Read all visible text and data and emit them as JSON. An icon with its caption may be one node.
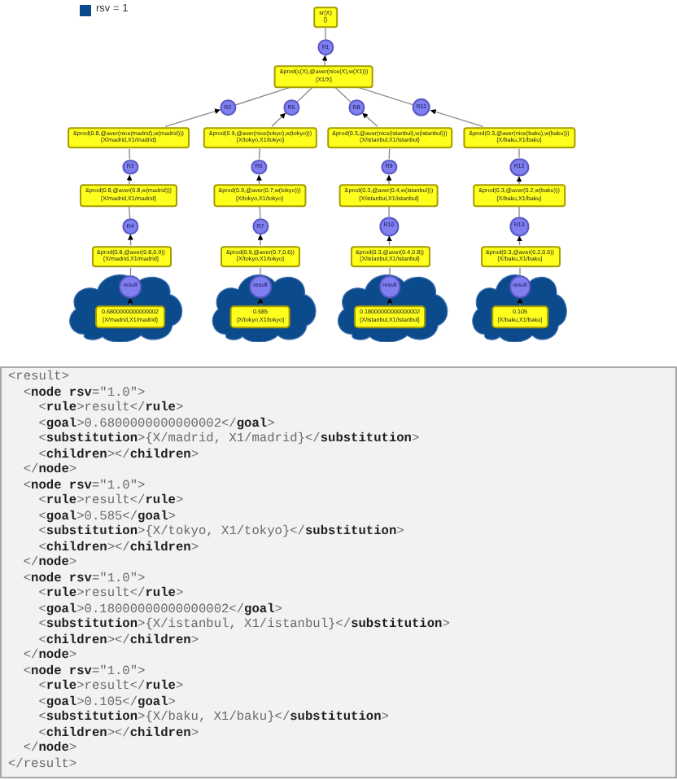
{
  "diagram": {
    "nodes": [
      {
        "text": [
          "sr(X)",
          "{}"
        ]
      },
      {
        "text": [
          "R1"
        ]
      },
      {
        "text": [
          "&prod(c(X),@aver(nice(X),w(X1)))",
          "{X1/X}"
        ]
      },
      {
        "text": [
          "R2"
        ]
      },
      {
        "text": [
          "R5"
        ]
      },
      {
        "text": [
          "R8"
        ]
      },
      {
        "text": [
          "R11"
        ]
      },
      {
        "text": [
          "&prod(0.8,@aver(nice(madrid),w(madrid)))",
          "{X/madrid,X1/madrid}"
        ]
      },
      {
        "text": [
          "&prod(0.9,@aver(nice(tokyo),w(tokyo)))",
          "{X/tokyo,X1/tokyo}"
        ]
      },
      {
        "text": [
          "&prod(0.3,@aver(nice(istanbul),w(istanbul)))",
          "{X/istanbul,X1/istanbul}"
        ]
      },
      {
        "text": [
          "&prod(0.3,@aver(nice(baku),w(baku)))",
          "{X/baku,X1/baku}"
        ]
      },
      {
        "text": [
          "R3"
        ]
      },
      {
        "text": [
          "R6"
        ]
      },
      {
        "text": [
          "R9"
        ]
      },
      {
        "text": [
          "R12"
        ]
      },
      {
        "text": [
          "&prod(0.8,@aver(0.8,w(madrid)))",
          "{X/madrid,X1/madrid}"
        ]
      },
      {
        "text": [
          "&prod(0.9,@aver(0.7,w(tokyo)))",
          "{X/tokyo,X1/tokyo}"
        ]
      },
      {
        "text": [
          "&prod(0.3,@aver(0.4,w(istanbul)))",
          "{X/istanbul,X1/istanbul}"
        ]
      },
      {
        "text": [
          "&prod(0.3,@aver(0.2,w(baku)))",
          "{X/baku,X1/baku}"
        ]
      },
      {
        "text": [
          "R4"
        ]
      },
      {
        "text": [
          "R7"
        ]
      },
      {
        "text": [
          "R10"
        ]
      },
      {
        "text": [
          "R13"
        ]
      },
      {
        "text": [
          "&prod(0.8,@aver(0.8,0.9))",
          "{X/madrid,X1/madrid}"
        ]
      },
      {
        "text": [
          "&prod(0.9,@aver(0.7,0.6))",
          "{X/tokyo,X1/tokyo}"
        ]
      },
      {
        "text": [
          "&prod(0.3,@aver(0.4,0.8))",
          "{X/istanbul,X1/istanbul}"
        ]
      },
      {
        "text": [
          "&prod(0.3,@aver(0.2,0.5))",
          "{X/baku,X1/baku}"
        ]
      },
      {
        "text": [],
        "shape": "cloud"
      },
      {
        "text": [
          "result"
        ],
        "in": 27
      },
      {
        "text": [
          "0.6800000000000002",
          "{X/madrid,X1/madrid}"
        ],
        "in": 27
      },
      {
        "text": [],
        "shape": "cloud"
      },
      {
        "text": [
          "result"
        ],
        "in": 30
      },
      {
        "text": [
          "0.585",
          "{X/tokyo,X1/tokyo}"
        ],
        "in": 30
      },
      {
        "text": [],
        "shape": "cloud"
      },
      {
        "text": [
          "result"
        ],
        "in": 33
      },
      {
        "text": [
          "0.18000000000000002",
          "{X/istanbul,X1/istanbul}"
        ],
        "in": 33
      },
      {
        "text": [],
        "shape": "cloud"
      },
      {
        "text": [
          "result"
        ],
        "in": 36
      },
      {
        "text": [
          "0.105",
          "{X/baku,X1/baku}"
        ],
        "in": 36
      }
    ],
    "edges": [
      {
        "from": 0,
        "to": 1,
        "arrow": "none"
      },
      {
        "from": 2,
        "to": 1,
        "arrow": "to"
      },
      {
        "from": 2,
        "to": 3,
        "arrow": "none"
      },
      {
        "from": 7,
        "to": 3,
        "arrow": "to"
      },
      {
        "from": 7,
        "to": 11,
        "arrow": "none"
      },
      {
        "from": 15,
        "to": 11,
        "arrow": "to"
      },
      {
        "from": 15,
        "to": 19,
        "arrow": "none"
      },
      {
        "from": 23,
        "to": 19,
        "arrow": "to"
      },
      {
        "from": 23,
        "to": 28,
        "arrow": "none"
      },
      {
        "from": 29,
        "to": 28,
        "arrow": "to"
      },
      {
        "from": 2,
        "to": 4,
        "arrow": "none"
      },
      {
        "from": 8,
        "to": 4,
        "arrow": "to"
      },
      {
        "from": 8,
        "to": 12,
        "arrow": "none"
      },
      {
        "from": 16,
        "to": 12,
        "arrow": "to"
      },
      {
        "from": 16,
        "to": 20,
        "arrow": "none"
      },
      {
        "from": 24,
        "to": 20,
        "arrow": "to"
      },
      {
        "from": 24,
        "to": 31,
        "arrow": "none"
      },
      {
        "from": 32,
        "to": 31,
        "arrow": "to"
      },
      {
        "from": 2,
        "to": 5,
        "arrow": "none"
      },
      {
        "from": 9,
        "to": 5,
        "arrow": "to"
      },
      {
        "from": 9,
        "to": 13,
        "arrow": "none"
      },
      {
        "from": 17,
        "to": 13,
        "arrow": "to"
      },
      {
        "from": 17,
        "to": 21,
        "arrow": "none"
      },
      {
        "from": 25,
        "to": 21,
        "arrow": "to"
      },
      {
        "from": 25,
        "to": 34,
        "arrow": "none"
      },
      {
        "from": 35,
        "to": 34,
        "arrow": "to"
      },
      {
        "from": 2,
        "to": 6,
        "arrow": "none"
      },
      {
        "from": 10,
        "to": 6,
        "arrow": "to"
      },
      {
        "from": 10,
        "to": 14,
        "arrow": "none"
      },
      {
        "from": 18,
        "to": 14,
        "arrow": "to"
      },
      {
        "from": 18,
        "to": 22,
        "arrow": "none"
      },
      {
        "from": 26,
        "to": 22,
        "arrow": "to"
      },
      {
        "from": 26,
        "to": 37,
        "arrow": "none"
      },
      {
        "from": 38,
        "to": 37,
        "arrow": "to"
      }
    ],
    "labels": [
      "<result>",
      "<**node rsv**=\"1.0\">",
      "<**rule**>result</**rule**>",
      "<**goal**>0.6800000000000002</**goal**>",
      "<**substitution**>{X/madrid, X1/madrid}</**substitution**>",
      "<**children**></**children**>",
      "</**node**>",
      "<**node rsv**=\"1.0\">",
      "<**rule**>result</**rule**>",
      "<**goal**>0.585</**goal**>",
      "<**substitution**>{X/tokyo, X1/tokyo}</**substitution**>",
      "<**children**></**children**>",
      "</**node**>",
      "<**node rsv**=\"1.0\">",
      "<**rule**>result</**rule**>",
      "<**goal**>0.18000000000000002</**goal**>",
      "<**substitution**>{X/istanbul, X1/istanbul}</**substitution**>",
      "<**children**></**children**>",
      "</**node**>",
      "<**node rsv**=\"1.0\">",
      "<**rule**>result</**rule**>",
      "<**goal**>0.105</**goal**>",
      "<**substitution**>{X/baku, X1/baku}</**substitution**>",
      "<**children**></**children**>",
      "</**node**>",
      "</result>"
    ],
    "legend": [
      {
        "text": "rsv = 1",
        "color": "#0c4a8c"
      }
    ]
  }
}
